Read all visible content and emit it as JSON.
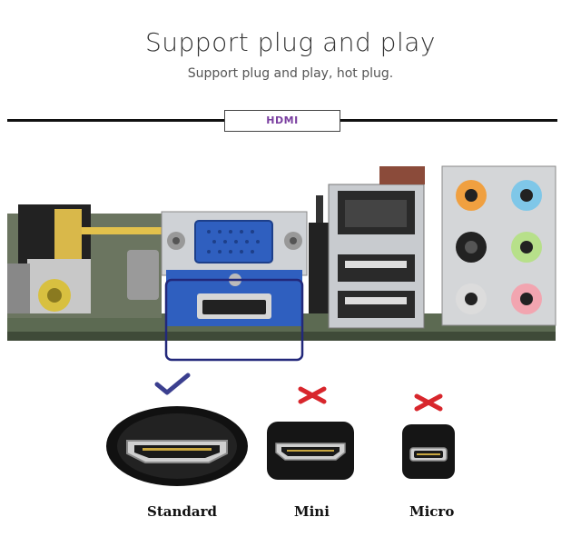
{
  "header": {
    "title": "Support plug and play",
    "subtitle": "Support plug and play, hot plug."
  },
  "section_tag": "HDMI",
  "connectors": [
    {
      "label": "Standard",
      "status": "check-icon"
    },
    {
      "label": "Mini",
      "status": "cross-icon"
    },
    {
      "label": "Micro",
      "status": "cross-icon"
    }
  ],
  "colors": {
    "tag_text": "#7a3fa0",
    "check": "#3b3f8f",
    "cross": "#d8262c",
    "highlight_box": "#22287a",
    "vga_blue": "#2f5fbf",
    "pcb": "#5c6a52"
  }
}
